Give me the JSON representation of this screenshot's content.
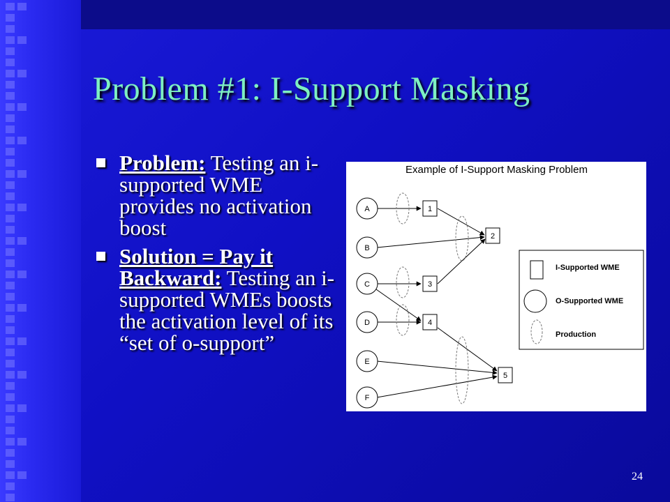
{
  "slide": {
    "title": "Problem #1:  I-Support Masking",
    "page_number": "24"
  },
  "bullets": [
    {
      "head": "Problem:",
      "text": " Testing an i-supported WME provides no activation boost"
    },
    {
      "head": "Solution = Pay it Backward:",
      "text": "  Testing an i-supported WMEs boosts the activation level of its “set of o-support”"
    }
  ],
  "diagram": {
    "title": "Example of I-Support Masking Problem",
    "o_nodes": [
      "A",
      "B",
      "C",
      "D",
      "E",
      "F"
    ],
    "i_nodes": [
      "1",
      "2",
      "3",
      "4",
      "5"
    ],
    "legend": {
      "i_supported": "I-Supported WME",
      "o_supported": "O-Supported WME",
      "production": "Production"
    }
  },
  "colors": {
    "background": "#1414c8",
    "title": "#7ef0c2",
    "text": "#ffffff"
  }
}
